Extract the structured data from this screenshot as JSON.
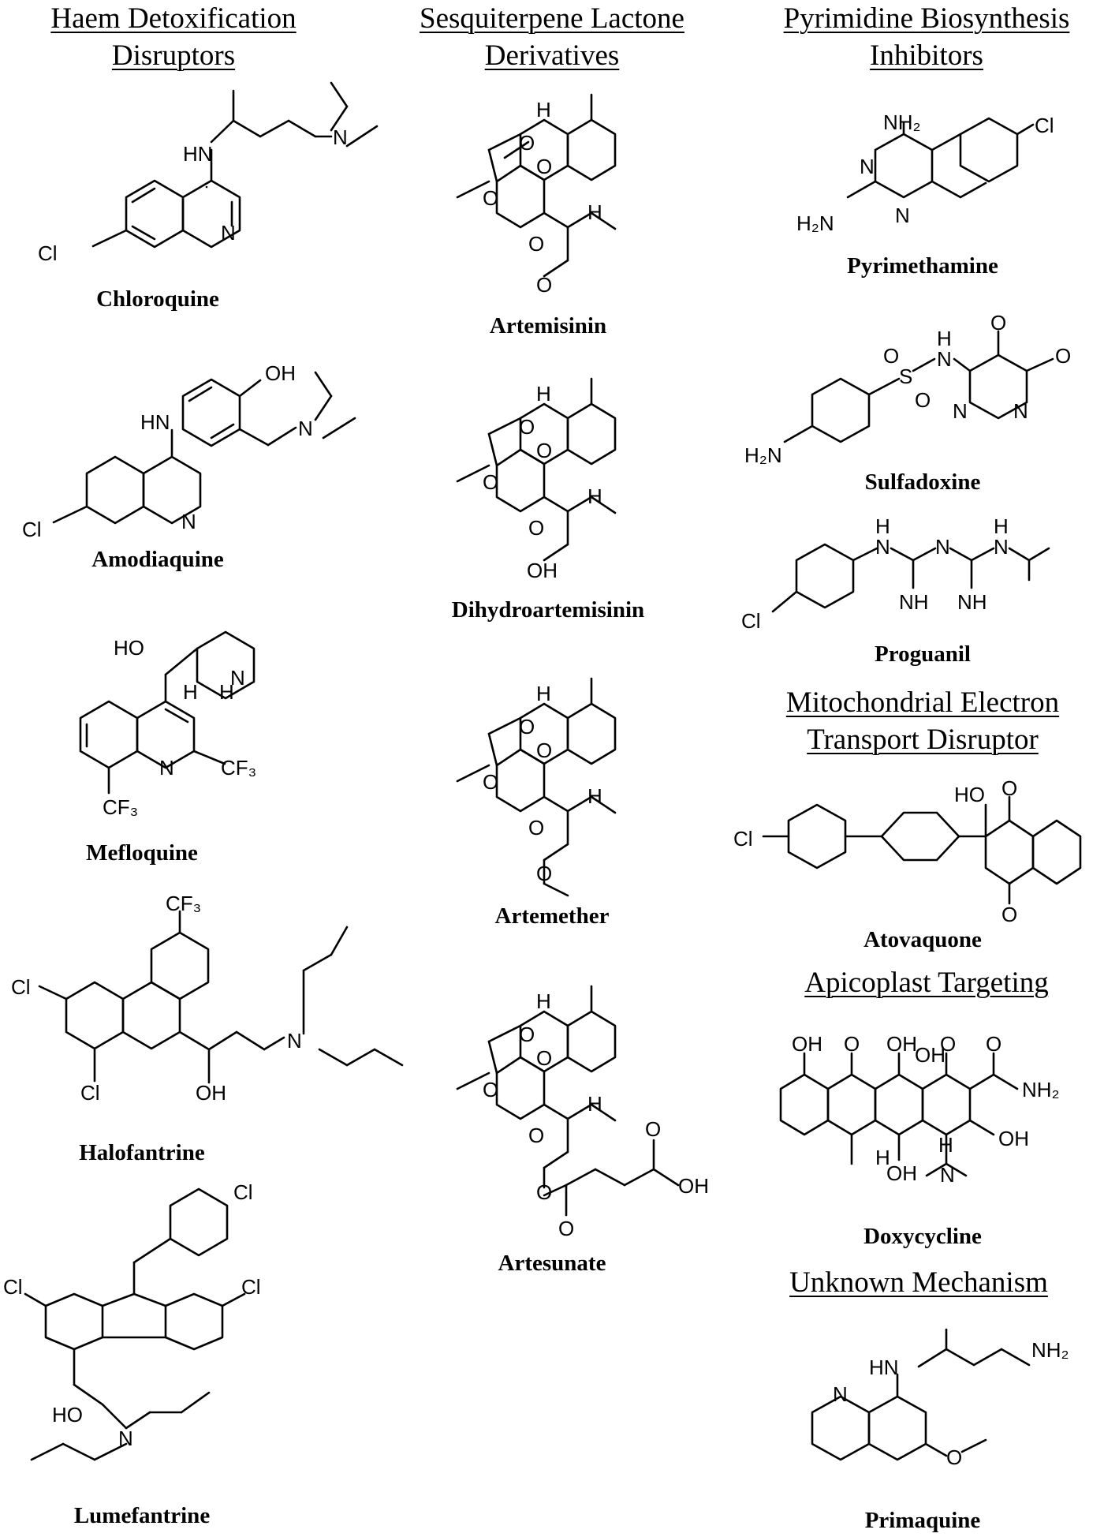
{
  "categories": [
    {
      "id": "haem",
      "lines": [
        "Haem Detoxification",
        "Disruptors"
      ]
    },
    {
      "id": "sesq",
      "lines": [
        "Sesquiterpene Lactone",
        "Derivatives"
      ]
    },
    {
      "id": "pyr",
      "lines": [
        "Pyrimidine Biosynthesis",
        "Inhibitors"
      ]
    },
    {
      "id": "mito",
      "lines": [
        "Mitochondrial Electron",
        "Transport Disruptor"
      ]
    },
    {
      "id": "api",
      "lines": [
        "Apicoplast Targeting"
      ]
    },
    {
      "id": "unk",
      "lines": [
        "Unknown Mechanism"
      ]
    }
  ],
  "drugs": {
    "chloroquine": "Chloroquine",
    "amodiaquine": "Amodiaquine",
    "mefloquine": "Mefloquine",
    "halofantrine": "Halofantrine",
    "lumefantrine": "Lumefantrine",
    "artemisinin": "Artemisinin",
    "dihydroartemisinin": "Dihydroartemisinin",
    "artemether": "Artemether",
    "artesunate": "Artesunate",
    "pyrimethamine": "Pyrimethamine",
    "sulfadoxine": "Sulfadoxine",
    "proguanil": "Proguanil",
    "atovaquone": "Atovaquone",
    "doxycycline": "Doxycycline",
    "primaquine": "Primaquine"
  },
  "atom_labels": {
    "N": "N",
    "HN": "HN",
    "Cl": "Cl",
    "OH": "OH",
    "HO": "HO",
    "O": "O",
    "H": "H",
    "NH": "NH",
    "NH2": "NH₂",
    "H2N": "H₂N",
    "CF3": "CF₃",
    "S": "S"
  }
}
